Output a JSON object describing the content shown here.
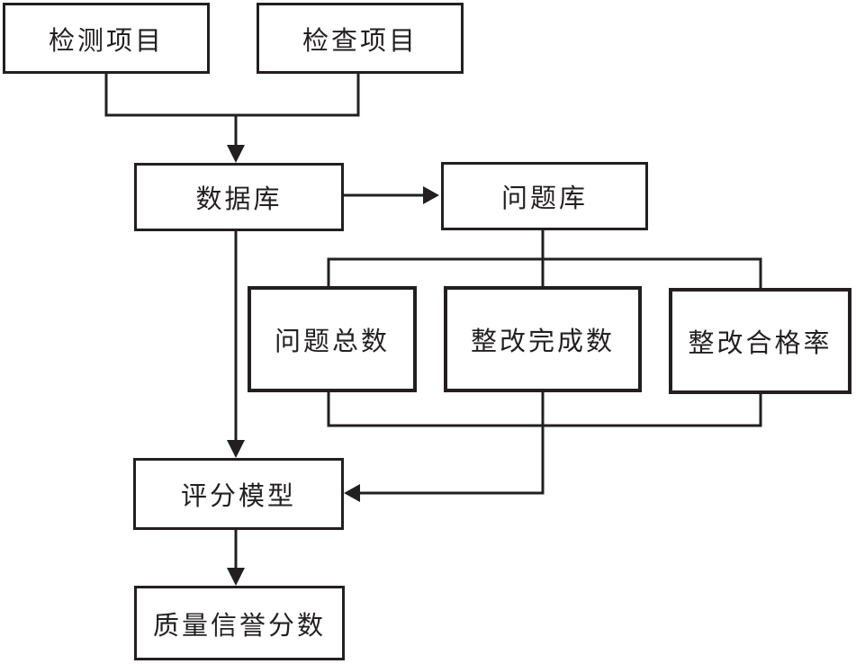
{
  "diagram": {
    "background_color": "#ffffff",
    "line_color": "#231f20",
    "nodes": [
      {
        "id": "detection-project",
        "label": "检测项目"
      },
      {
        "id": "inspection-project",
        "label": "检查项目"
      },
      {
        "id": "database",
        "label": "数据库"
      },
      {
        "id": "problem-library",
        "label": "问题库"
      },
      {
        "id": "total-problem-count",
        "label": "问题总数"
      },
      {
        "id": "rectification-completed",
        "label": "整改完成数"
      },
      {
        "id": "rectification-pass-rate",
        "label": "整改合格率"
      },
      {
        "id": "scoring-model",
        "label": "评分模型"
      },
      {
        "id": "quality-reputation-score",
        "label": "质量信誉分数"
      }
    ],
    "edges": [
      {
        "from": "detection-project",
        "to": "database",
        "arrow": true
      },
      {
        "from": "inspection-project",
        "to": "database",
        "arrow": true
      },
      {
        "from": "database",
        "to": "problem-library",
        "arrow": true
      },
      {
        "from": "problem-library",
        "to": "total-problem-count",
        "arrow": false
      },
      {
        "from": "problem-library",
        "to": "rectification-completed",
        "arrow": false
      },
      {
        "from": "problem-library",
        "to": "rectification-pass-rate",
        "arrow": false
      },
      {
        "from": "total-problem-count",
        "to": "scoring-model",
        "arrow": true
      },
      {
        "from": "rectification-completed",
        "to": "scoring-model",
        "arrow": true
      },
      {
        "from": "rectification-pass-rate",
        "to": "scoring-model",
        "arrow": true
      },
      {
        "from": "database",
        "to": "scoring-model",
        "arrow": true
      },
      {
        "from": "scoring-model",
        "to": "quality-reputation-score",
        "arrow": true
      }
    ]
  }
}
